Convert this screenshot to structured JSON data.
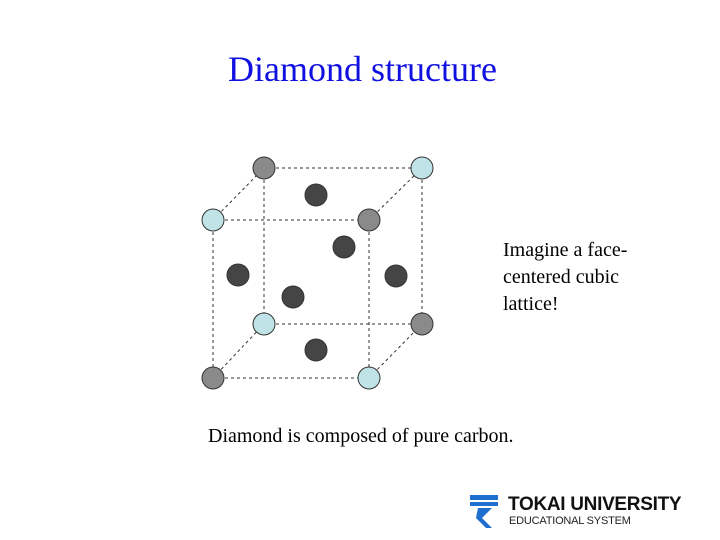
{
  "slide": {
    "title": "Diamond structure",
    "note": "Imagine a face-centered cubic lattice!",
    "caption": "Diamond is composed of pure carbon."
  },
  "diagram": {
    "type": "unit cell",
    "edges_style": "dashed",
    "atom_colors": {
      "corner_gray": "#8a8a8a",
      "corner_lightblue": "#bfe3e6",
      "interior_dark": "#454545"
    }
  },
  "logo": {
    "name": "TOKAI UNIVERSITY",
    "subtitle": "EDUCATIONAL SYSTEM",
    "accent": "#1f6fd0"
  }
}
